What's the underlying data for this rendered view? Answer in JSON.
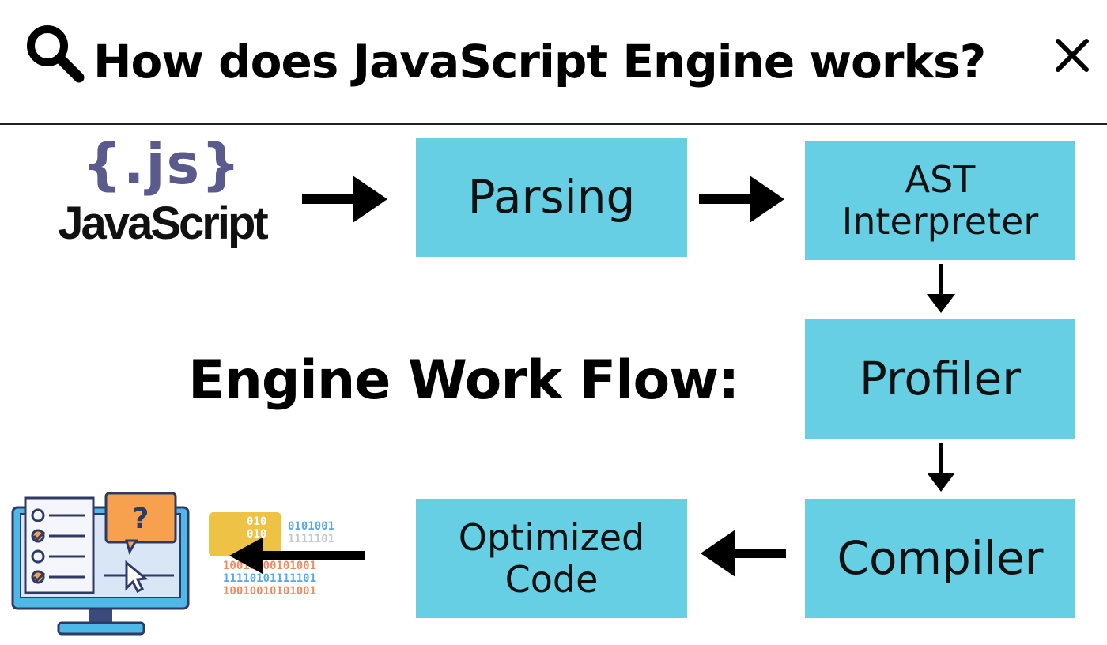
{
  "header": {
    "title": "How does JavaScript Engine works?",
    "search_icon": "search-icon",
    "close_icon": "close-icon"
  },
  "js_logo": {
    "braces_text": "{.js}",
    "word": "JavaScript",
    "braces_color": "#5a5a8c"
  },
  "flow_title": "Engine Work Flow:",
  "boxes": {
    "parsing": {
      "lines": [
        "Parsing"
      ]
    },
    "ast": {
      "lines": [
        "AST",
        "Interpreter"
      ]
    },
    "profiler": {
      "lines": [
        "Profiler"
      ]
    },
    "compiler": {
      "lines": [
        "Compiler"
      ]
    },
    "optimized": {
      "lines": [
        "Optimized",
        "Code"
      ]
    }
  },
  "binary": {
    "chip": [
      "010",
      "010"
    ],
    "rows": [
      "0101001",
      "1111101",
      "10010100101001",
      "11110101111101",
      "10010010101001"
    ]
  },
  "colors": {
    "box_fill": "#66cfe3",
    "arrow": "#000000",
    "monitor_frame": "#4fb8e6",
    "bubble": "#f7a04d",
    "chip": "#f2c94c",
    "bits_blue": "#5aa9e6",
    "bits_orange": "#f08a5d"
  },
  "icons": {
    "computer": "computer-checklist-icon",
    "binary": "binary-code-icon"
  }
}
